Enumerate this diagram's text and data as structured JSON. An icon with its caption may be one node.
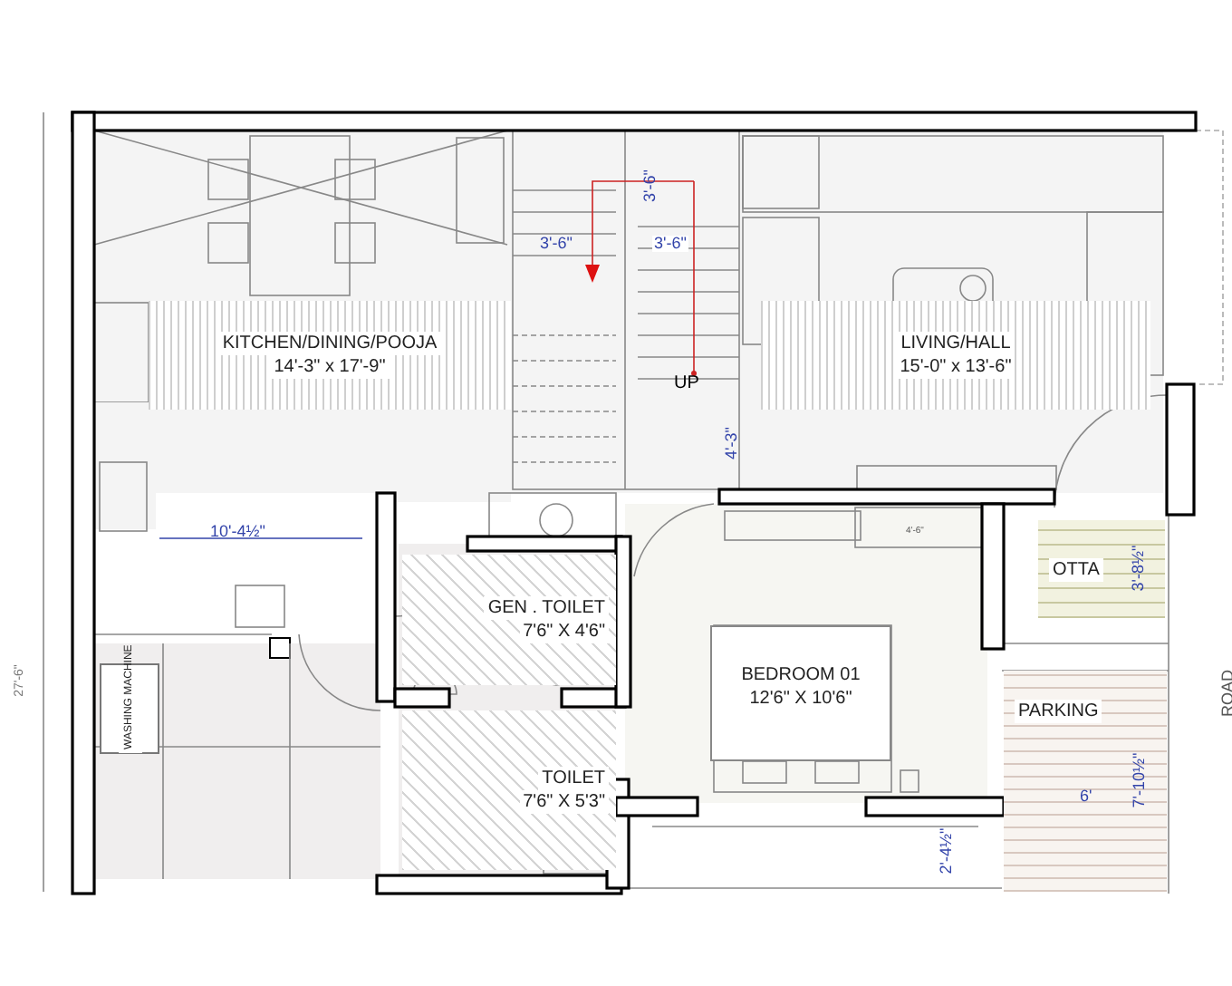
{
  "diagram": {
    "nodes": [
      {
        "text": [
          "KITCHEN/DINING/POOJA",
          "14'-3\" x 17'-9\""
        ]
      },
      {
        "text": [
          "LIVING/HALL",
          "15'-0\" x 13'-6\""
        ]
      },
      {
        "text": [
          "GEN . TOILET",
          "7'6\" X 4'6\""
        ]
      },
      {
        "text": [
          "TOILET",
          "7'6\" X 5'3\""
        ]
      },
      {
        "text": [
          "BEDROOM 01",
          "12'6\" X 10'6\""
        ]
      },
      {
        "text": [
          "OTTA"
        ]
      },
      {
        "text": [
          "PARKING"
        ]
      },
      {
        "text": [
          "WASHING MACHINE"
        ]
      }
    ],
    "labels": [
      "3'-6\"",
      "3'-6\"",
      "3'-6\"",
      "UP",
      "4'-3\"",
      "10'-4½\"",
      "27'-6\"",
      "4'-6\"",
      "3'-8½\"",
      "6'",
      "7'-10½\"",
      "2'-4½\"",
      "ROAD"
    ]
  }
}
